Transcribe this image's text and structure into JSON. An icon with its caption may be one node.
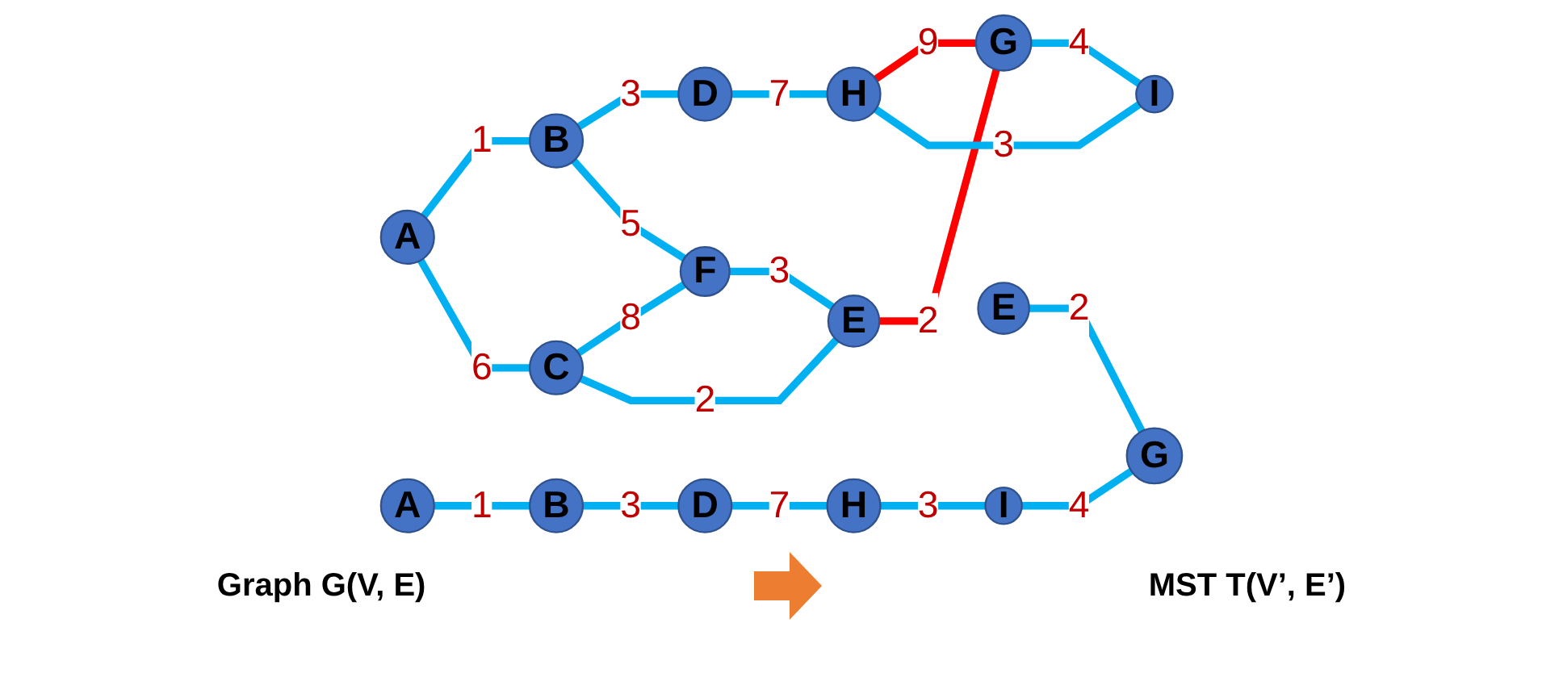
{
  "diagram": {
    "nodes": [
      {
        "text": [
          "A"
        ]
      },
      {
        "text": [
          "B"
        ]
      },
      {
        "text": [
          "C"
        ]
      },
      {
        "text": [
          "D"
        ]
      },
      {
        "text": [
          "E"
        ]
      },
      {
        "text": [
          "F"
        ]
      },
      {
        "text": [
          "G"
        ]
      },
      {
        "text": [
          "H"
        ]
      },
      {
        "text": [
          "I"
        ]
      },
      {
        "text": [
          "A"
        ]
      },
      {
        "text": [
          "B"
        ]
      },
      {
        "text": [
          "D"
        ]
      },
      {
        "text": [
          "H"
        ]
      },
      {
        "text": [
          "I"
        ]
      },
      {
        "text": [
          "E"
        ]
      },
      {
        "text": [
          "G"
        ]
      }
    ],
    "edges": [
      {
        "from": 0,
        "to": 1,
        "arrow": "none",
        "label": "1"
      },
      {
        "from": 0,
        "to": 2,
        "arrow": "none",
        "label": "6"
      },
      {
        "from": 1,
        "to": 3,
        "arrow": "none",
        "label": "3"
      },
      {
        "from": 1,
        "to": 5,
        "arrow": "none",
        "label": "5"
      },
      {
        "from": 3,
        "to": 7,
        "arrow": "none",
        "label": "7"
      },
      {
        "from": 2,
        "to": 5,
        "arrow": "none",
        "label": "8"
      },
      {
        "from": 2,
        "to": 4,
        "arrow": "none",
        "label": "2"
      },
      {
        "from": 5,
        "to": 4,
        "arrow": "none",
        "label": "3"
      },
      {
        "from": 4,
        "to": 6,
        "arrow": "none",
        "label": "2",
        "color": "#ff0000"
      },
      {
        "from": 7,
        "to": 6,
        "arrow": "none",
        "label": "9",
        "color": "#ff0000"
      },
      {
        "from": 7,
        "to": 8,
        "arrow": "none",
        "label": "3"
      },
      {
        "from": 6,
        "to": 8,
        "arrow": "none",
        "label": "4"
      },
      {
        "from": 9,
        "to": 10,
        "arrow": "none",
        "label": "1"
      },
      {
        "from": 10,
        "to": 11,
        "arrow": "none",
        "label": "3"
      },
      {
        "from": 11,
        "to": 12,
        "arrow": "none",
        "label": "7"
      },
      {
        "from": 12,
        "to": 13,
        "arrow": "none",
        "label": "3"
      },
      {
        "from": 13,
        "to": 15,
        "arrow": "none",
        "label": "4"
      },
      {
        "from": 14,
        "to": 15,
        "arrow": "none",
        "label": "2"
      }
    ],
    "labels": [
      "Graph G(V, E)",
      "MST T(V’, E’)"
    ]
  }
}
